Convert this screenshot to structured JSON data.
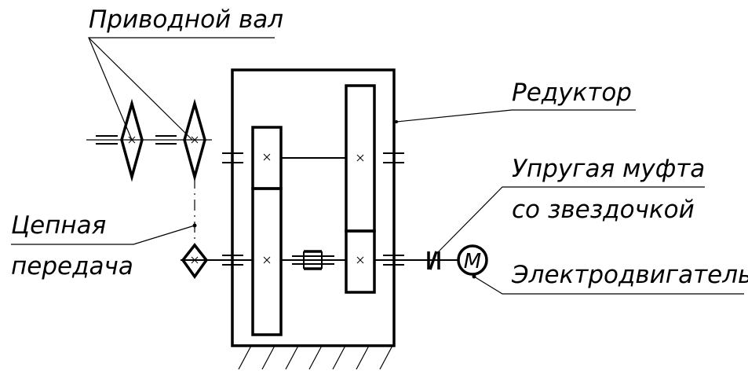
{
  "labels": {
    "drive_shaft": "Приводной вал",
    "reducer": "Редуктор",
    "elastic_coupling_line1": "Упругая муфта",
    "elastic_coupling_line2": "со звездочкой",
    "chain_drive_line1": "Цепная",
    "chain_drive_line2": "передача",
    "electric_motor": "Электродвигатель",
    "motor_symbol": "M"
  }
}
